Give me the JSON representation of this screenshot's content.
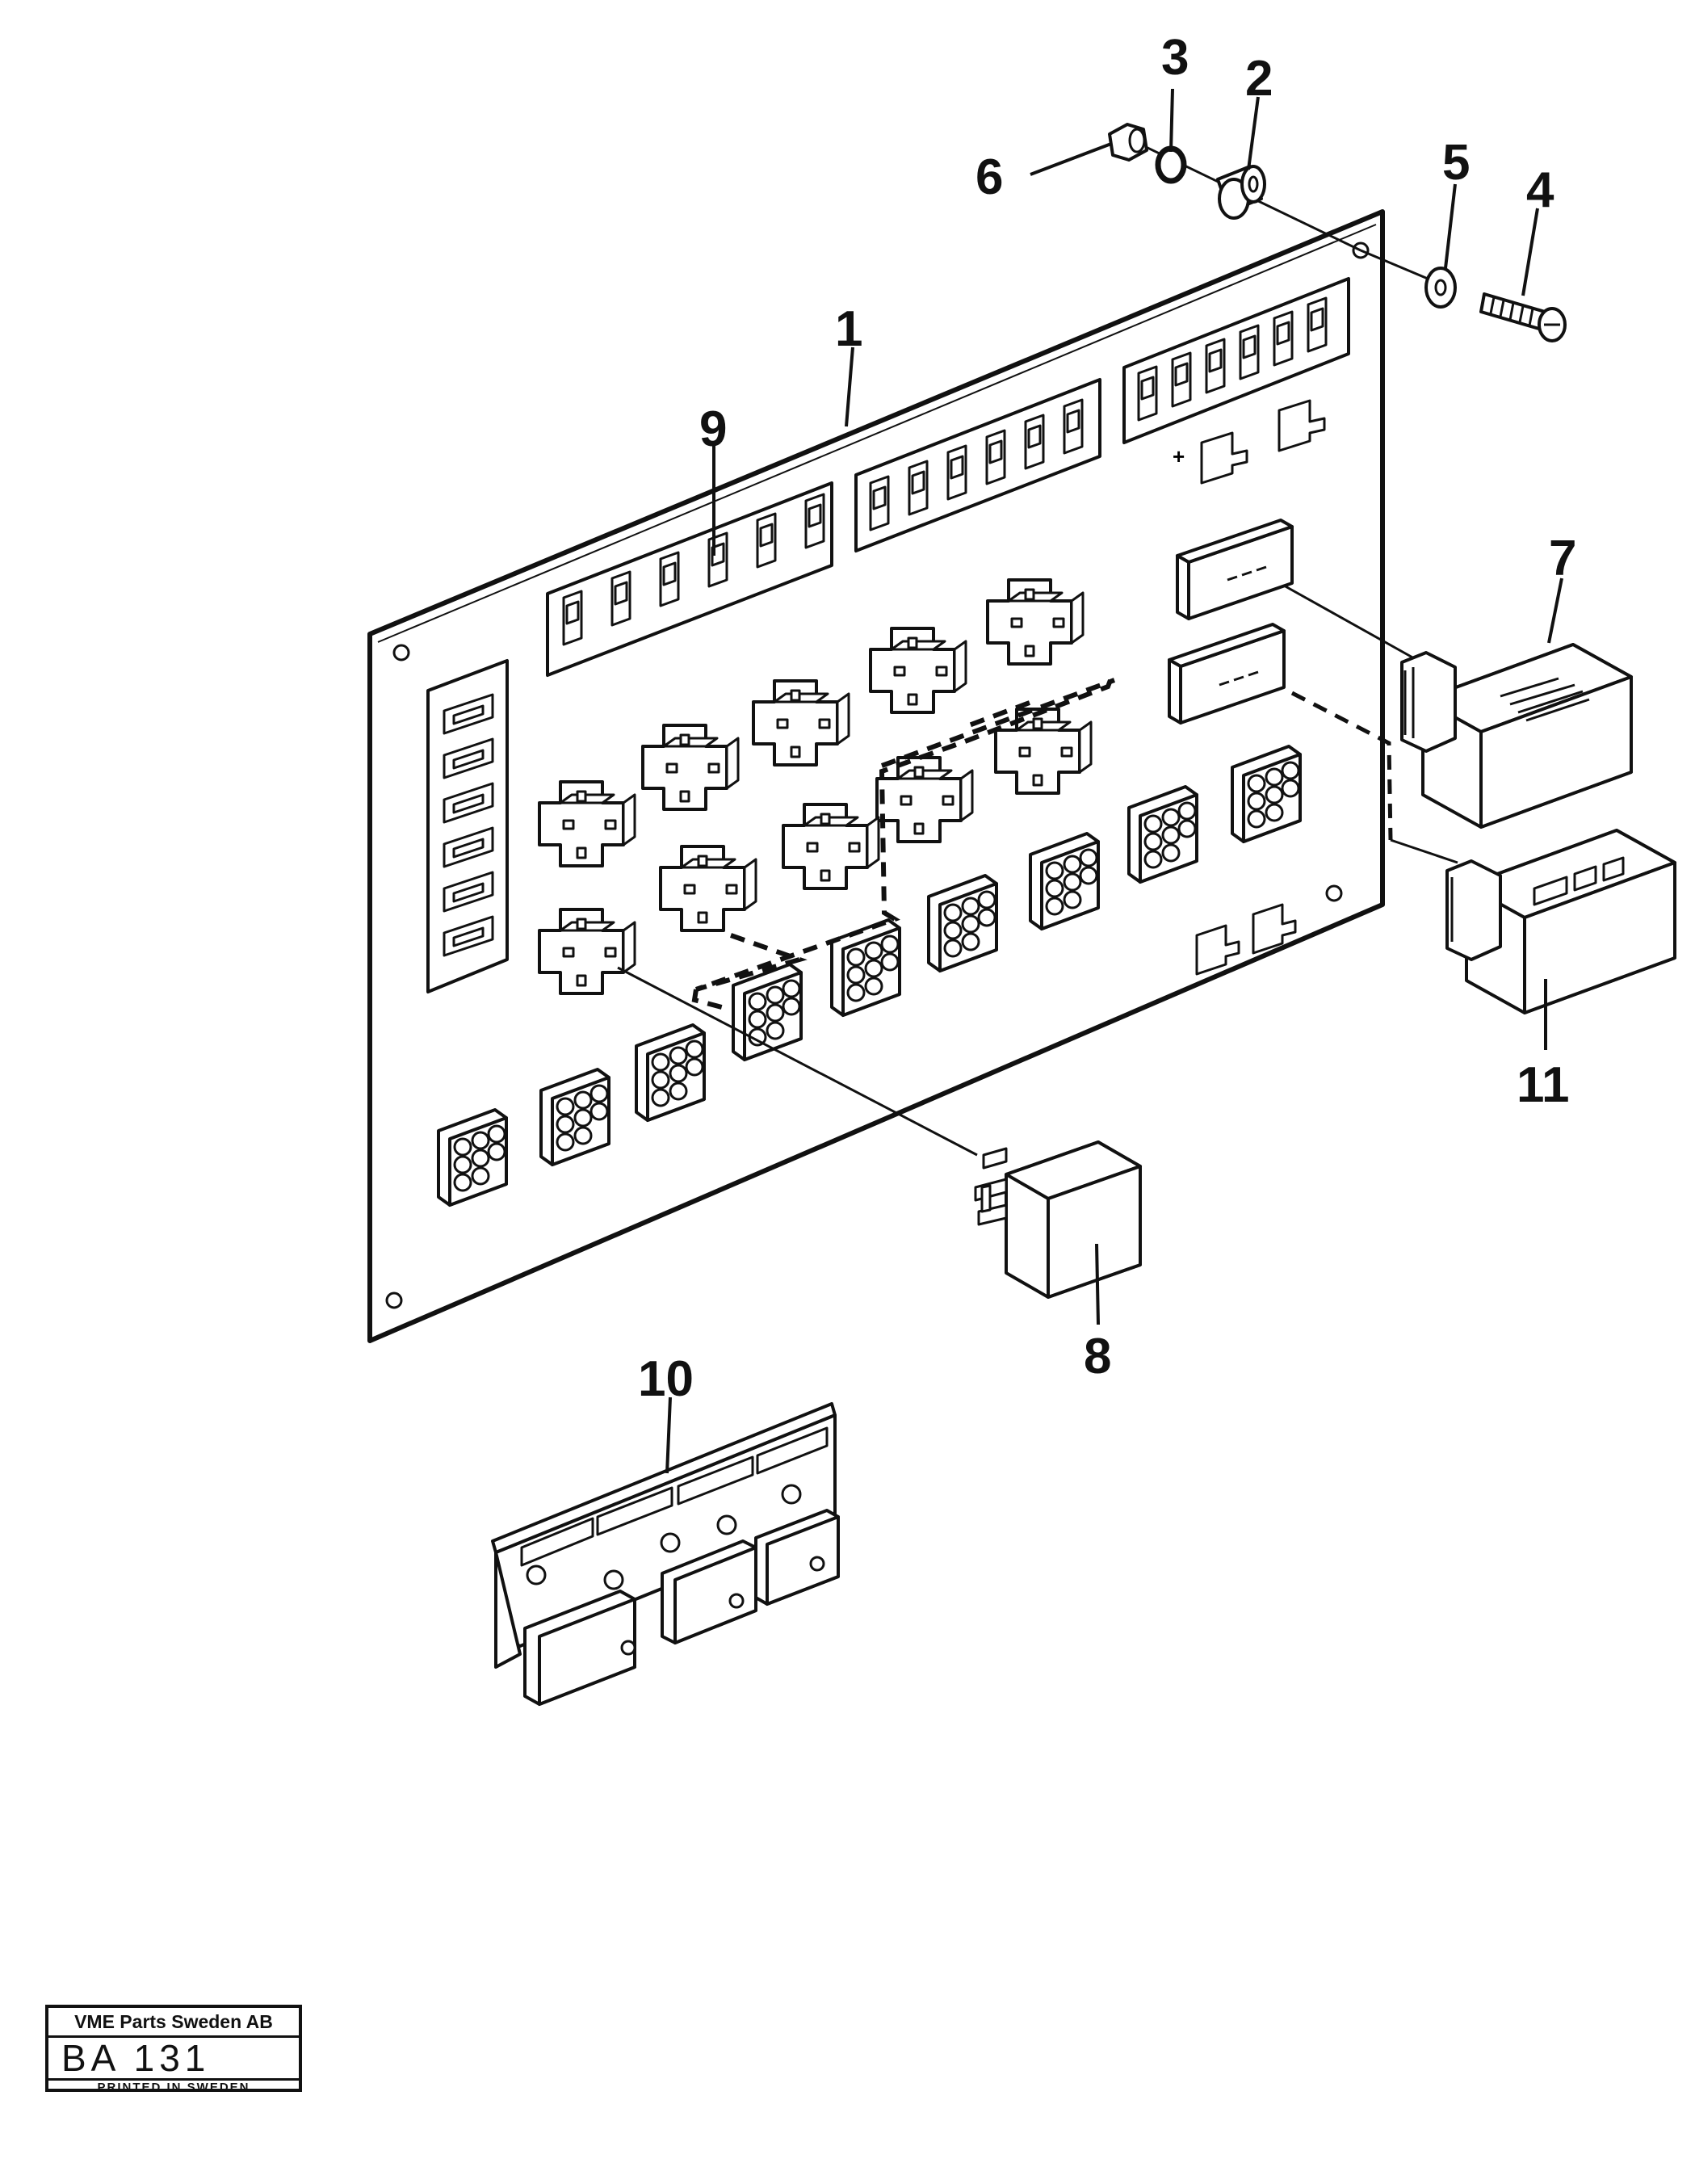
{
  "callouts": {
    "c1": "1",
    "c2": "2",
    "c3": "3",
    "c4": "4",
    "c5": "5",
    "c6": "6",
    "c7": "7",
    "c8": "8",
    "c9": "9",
    "c10": "10",
    "c11": "11"
  },
  "plus_sign": "+",
  "stamp": {
    "company": "VME Parts Sweden AB",
    "code": "BA  131",
    "printed": "PRINTED IN SWEDEN"
  }
}
